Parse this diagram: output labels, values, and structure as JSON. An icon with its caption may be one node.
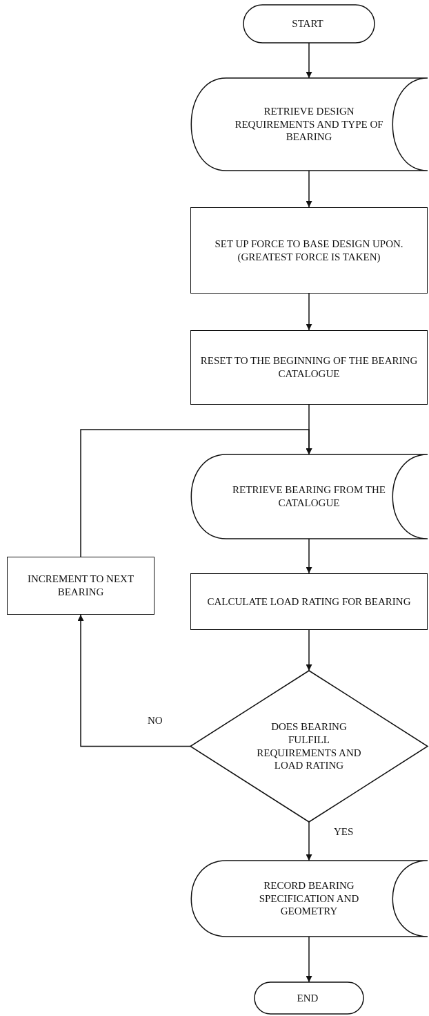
{
  "diagram": {
    "nodes": [
      {
        "text": [
          "START"
        ]
      },
      {
        "text": [
          "RETRIEVE DESIGN REQUIREMENTS AND TYPE OF BEARING"
        ]
      },
      {
        "text": [
          "SET UP FORCE TO BASE DESIGN UPON. (GREATEST FORCE IS TAKEN)"
        ]
      },
      {
        "text": [
          "RESET TO THE BEGINNING OF THE BEARING CATALOGUE"
        ]
      },
      {
        "text": [
          "RETRIEVE BEARING FROM THE CATALOGUE"
        ]
      },
      {
        "text": [
          "INCREMENT TO NEXT BEARING"
        ]
      },
      {
        "text": [
          "CALCULATE LOAD RATING FOR BEARING"
        ]
      },
      {
        "text": [
          "DOES BEARING FULFILL REQUIREMENTS AND LOAD RATING"
        ]
      },
      {
        "text": [
          "RECORD BEARING SPECIFICATION AND GEOMETRY"
        ]
      },
      {
        "text": [
          "END"
        ]
      }
    ],
    "edges": [
      {
        "from": 0,
        "to": 1,
        "arrow": "to"
      },
      {
        "from": 1,
        "to": 2,
        "arrow": "to"
      },
      {
        "from": 2,
        "to": 3,
        "arrow": "to"
      },
      {
        "from": 3,
        "to": 4,
        "arrow": "to"
      },
      {
        "from": 4,
        "to": 6,
        "arrow": "to"
      },
      {
        "from": 6,
        "to": 7,
        "arrow": "to"
      },
      {
        "from": 7,
        "to": 5,
        "arrow": "to",
        "label": "NO"
      },
      {
        "from": 5,
        "to": 4,
        "arrow": "to"
      },
      {
        "from": 7,
        "to": 8,
        "arrow": "to",
        "label": "YES"
      },
      {
        "from": 8,
        "to": 9,
        "arrow": "to"
      }
    ]
  }
}
